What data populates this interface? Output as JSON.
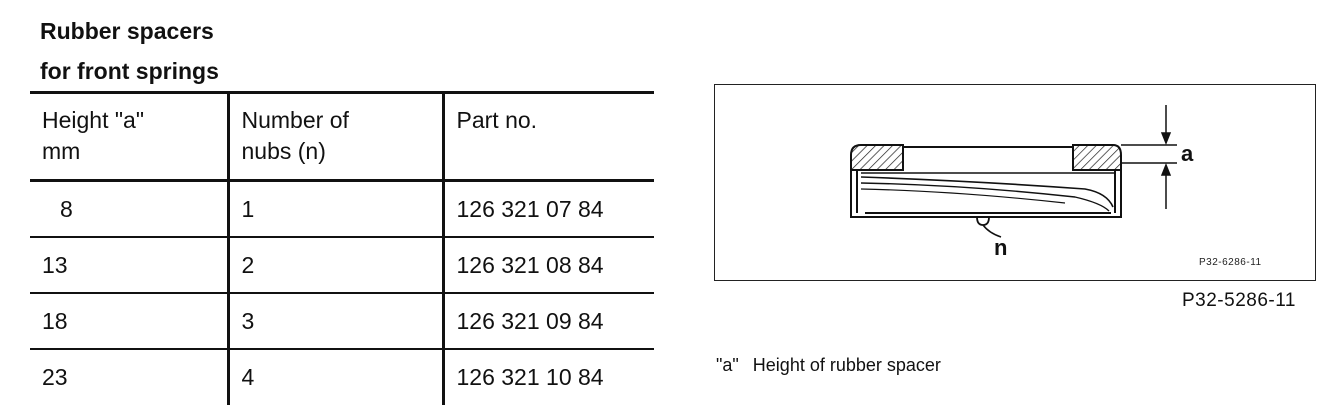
{
  "title": {
    "line1": "Rubber spacers",
    "line2": "for front springs"
  },
  "table": {
    "headers": [
      [
        "Height \"a\"",
        "mm"
      ],
      [
        "Number of",
        "nubs (n)"
      ],
      [
        "Part no."
      ]
    ],
    "rows": [
      [
        "8",
        "1",
        "126 321 07 84"
      ],
      [
        "13",
        "2",
        "126 321 08 84"
      ],
      [
        "18",
        "3",
        "126 321 09 84"
      ],
      [
        "23",
        "4",
        "126 321 10 84"
      ]
    ]
  },
  "figure": {
    "label_a": "a",
    "label_n": "n",
    "ref_inner": "P32-6286-11",
    "ref_outer": "P32-5286-11"
  },
  "legend": {
    "key": "\"a\"",
    "text": "Height of rubber spacer"
  }
}
